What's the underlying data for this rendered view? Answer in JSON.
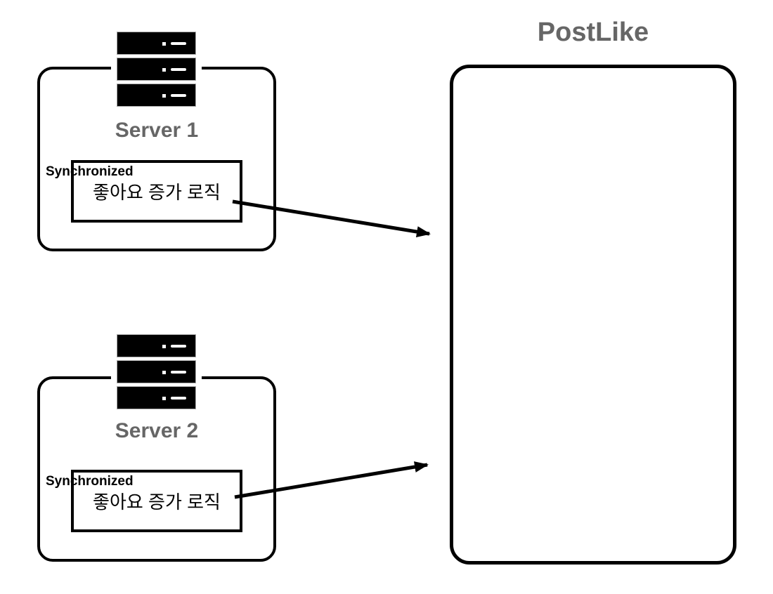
{
  "diagram": {
    "postlike": {
      "title": "PostLike"
    },
    "servers": [
      {
        "name": "Server 1",
        "sync_label": "Synchronized",
        "logic_label": "좋아요 증가 로직"
      },
      {
        "name": "Server 2",
        "sync_label": "Synchronized",
        "logic_label": "좋아요 증가 로직"
      }
    ],
    "connections": [
      {
        "from": "Server 1 좋아요 증가 로직",
        "to": "PostLike"
      },
      {
        "from": "Server 2 좋아요 증가 로직",
        "to": "PostLike"
      }
    ],
    "icons": {
      "server": "server-rack-icon"
    },
    "colors": {
      "outline": "#000000",
      "muted_heading": "#666666",
      "background": "#ffffff"
    }
  }
}
